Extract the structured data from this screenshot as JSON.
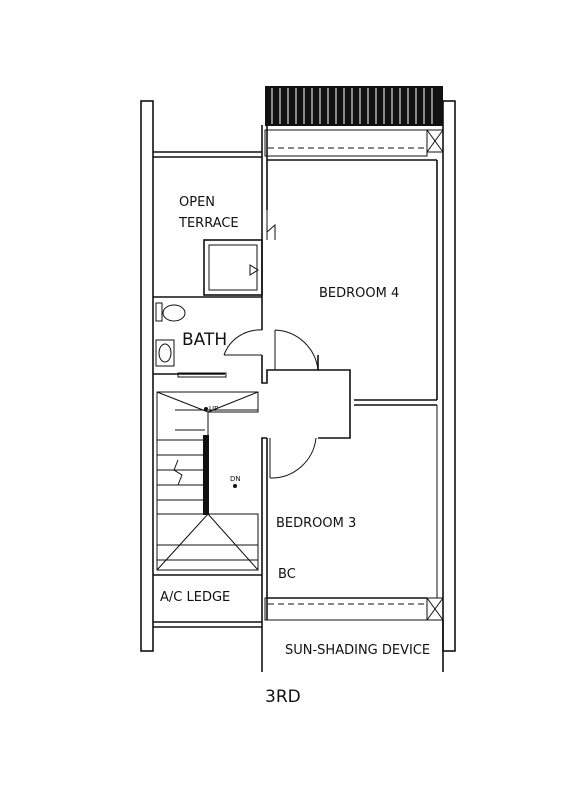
{
  "rooms": {
    "open_terrace_line1": "OPEN",
    "open_terrace_line2": "TERRACE",
    "bedroom4": "BEDROOM 4",
    "bath": "BATH",
    "bedroom3": "BEDROOM 3",
    "ac_ledge": "A/C LEDGE",
    "sun_shading": "SUN-SHADING DEVICE",
    "bc": "BC"
  },
  "stair": {
    "up": "UP",
    "dn": "DN"
  },
  "floor_label": "3RD"
}
